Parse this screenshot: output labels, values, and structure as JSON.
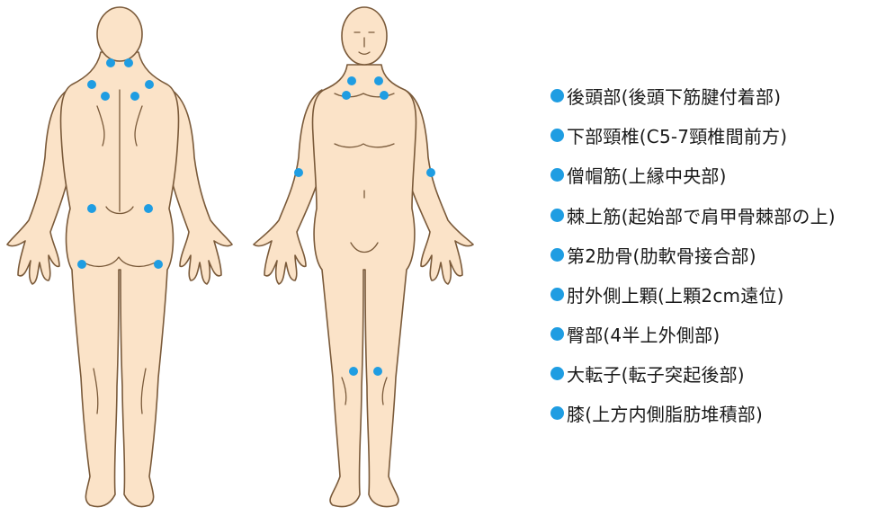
{
  "colors": {
    "tender_point": "#1f9de2",
    "skin": "#fbe3c8",
    "outline": "#7a5a3a"
  },
  "figures": {
    "back_view": "human-body-back",
    "front_view": "human-body-front"
  },
  "legend": {
    "items": [
      {
        "label": "後頭部(後頭下筋腱付着部)"
      },
      {
        "label": "下部頸椎(C5-7頸椎間前方)"
      },
      {
        "label": "僧帽筋(上縁中央部)"
      },
      {
        "label": "棘上筋(起始部で肩甲骨棘部の上)"
      },
      {
        "label": "第2肋骨(肋軟骨接合部)"
      },
      {
        "label": "肘外側上顆(上顆2cm遠位)"
      },
      {
        "label": "臀部(4半上外側部)"
      },
      {
        "label": "大転子(転子突起後部)"
      },
      {
        "label": "膝(上方内側脂肪堆積部)"
      }
    ]
  }
}
